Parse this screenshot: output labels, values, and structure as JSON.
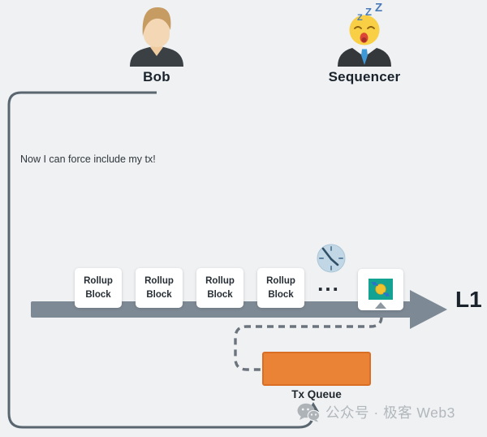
{
  "actors": {
    "bob": {
      "label": "Bob"
    },
    "sequencer": {
      "label": "Sequencer",
      "zzz": [
        "Z",
        "Z",
        "Z"
      ]
    }
  },
  "speech": {
    "text": "Now I can force include my tx!"
  },
  "timeline": {
    "blocks": [
      {
        "label": "Rollup Block"
      },
      {
        "label": "Rollup Block"
      },
      {
        "label": "Rollup Block"
      },
      {
        "label": "Rollup Block"
      }
    ],
    "ellipsis": "...",
    "l1_label": "L1"
  },
  "tx_queue": {
    "label": "Tx Queue"
  },
  "watermark": {
    "text": "公众号 · 极客 Web3"
  },
  "colors": {
    "background": "#EFF1F3",
    "timeline_bar": "#7D8994",
    "connector_line": "#59656F",
    "dashed_line": "#6B747D",
    "queue_orange": "#EB8336",
    "block_card_white": "#FFFFFF",
    "tx_icon_teal": "#14A292",
    "tx_icon_coin": "#F2C22E",
    "tx_icon_arrow_blue": "#2E6FD0",
    "emoji_yellow": "#F8CF45",
    "tie_blue": "#3F99D6",
    "zzz_blue": "#4A7CBA",
    "clock_face_blue": "#C2D7E6",
    "text_dark": "#1A232C",
    "watermark_gray": "#B2B7BB"
  }
}
